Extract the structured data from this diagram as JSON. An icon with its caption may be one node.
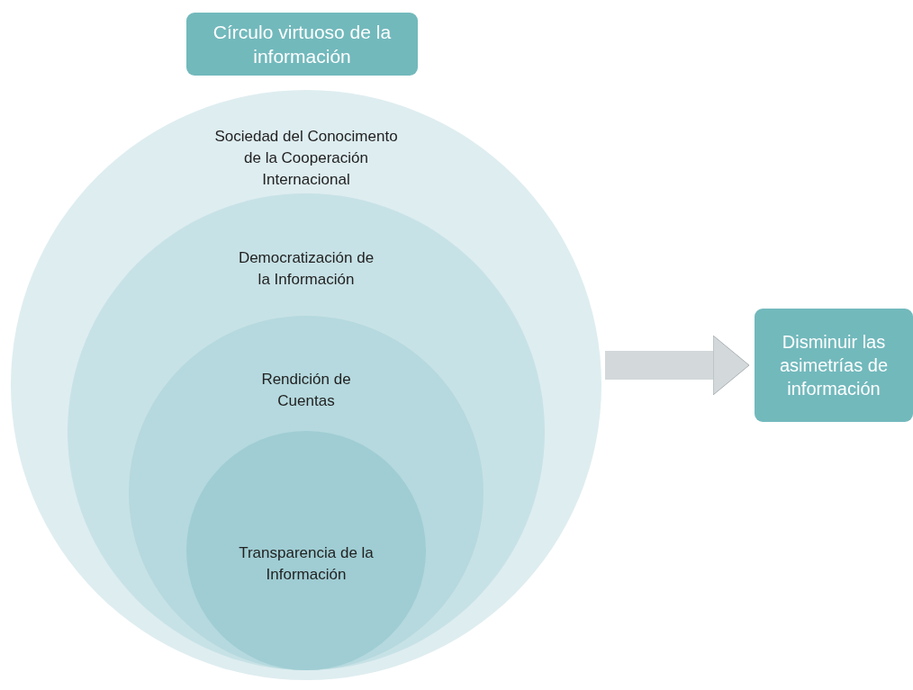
{
  "diagram": {
    "nodes": [
      {
        "text": [
          "Círculo virtuoso de la información"
        ]
      },
      {
        "text": [
          "Sociedad del Conocimento de la Cooperación Internacional"
        ]
      },
      {
        "text": [
          "Democratización de la Información"
        ],
        "in": 1
      },
      {
        "text": [
          "Rendición de Cuentas"
        ],
        "in": 2
      },
      {
        "text": [
          "Transparencia de la Información"
        ],
        "in": 3
      },
      {
        "text": [
          "Disminuir las asimetrías de información"
        ]
      }
    ],
    "edges": [
      {
        "from": 1,
        "to": 5,
        "arrow": "to"
      }
    ]
  }
}
